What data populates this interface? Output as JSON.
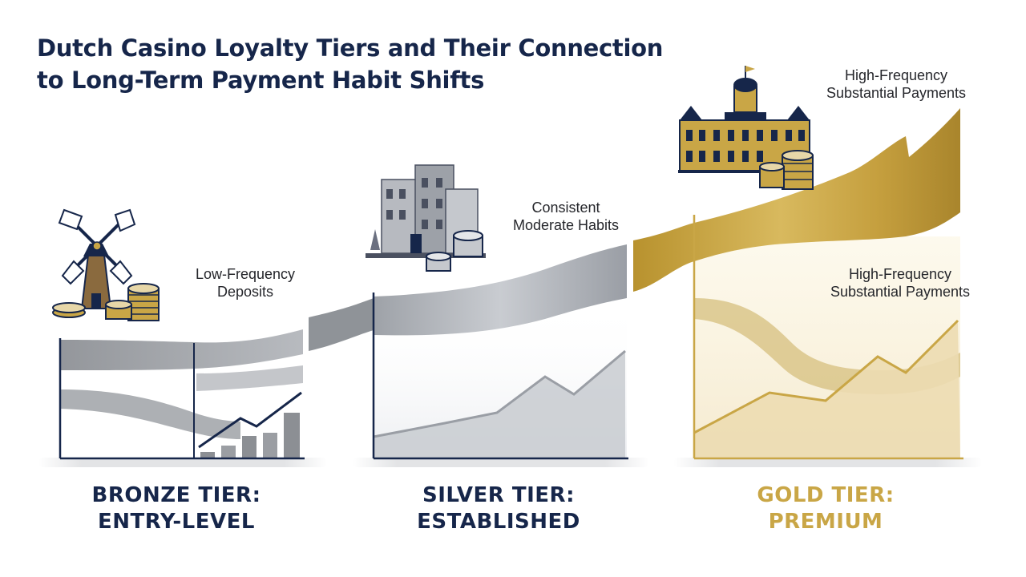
{
  "title": {
    "line1": "Dutch Casino Loyalty Tiers and Their Connection",
    "line2": "to Long-Term Payment Habit Shifts"
  },
  "colors": {
    "navy": "#16264a",
    "bronze_gray": "#8f9296",
    "silver": "#a9adb4",
    "gold": "#c9a646",
    "gold_light": "#e7d7a8"
  },
  "icons": [
    "windmill-icon",
    "poker-chips-icon",
    "canal-house-icon",
    "palace-icon"
  ],
  "annotations": {
    "bronze": {
      "line1": "Low-Frequency",
      "line2": "Deposits"
    },
    "silver": {
      "line1": "Consistent",
      "line2": "Moderate Habits"
    },
    "gold_upper": {
      "line1": "High-Frequency",
      "line2": "Substantial Payments"
    },
    "gold_lower": {
      "line1": "High-Frequency",
      "line2": "Substantial Payments"
    }
  },
  "tiers": [
    {
      "line1": "BRONZE TIER:",
      "line2": "ENTRY-LEVEL",
      "color": "#16264a"
    },
    {
      "line1": "SILVER TIER:",
      "line2": "ESTABLISHED",
      "color": "#16264a"
    },
    {
      "line1": "GOLD TIER:",
      "line2": "PREMIUM",
      "color": "#c9a646"
    }
  ]
}
